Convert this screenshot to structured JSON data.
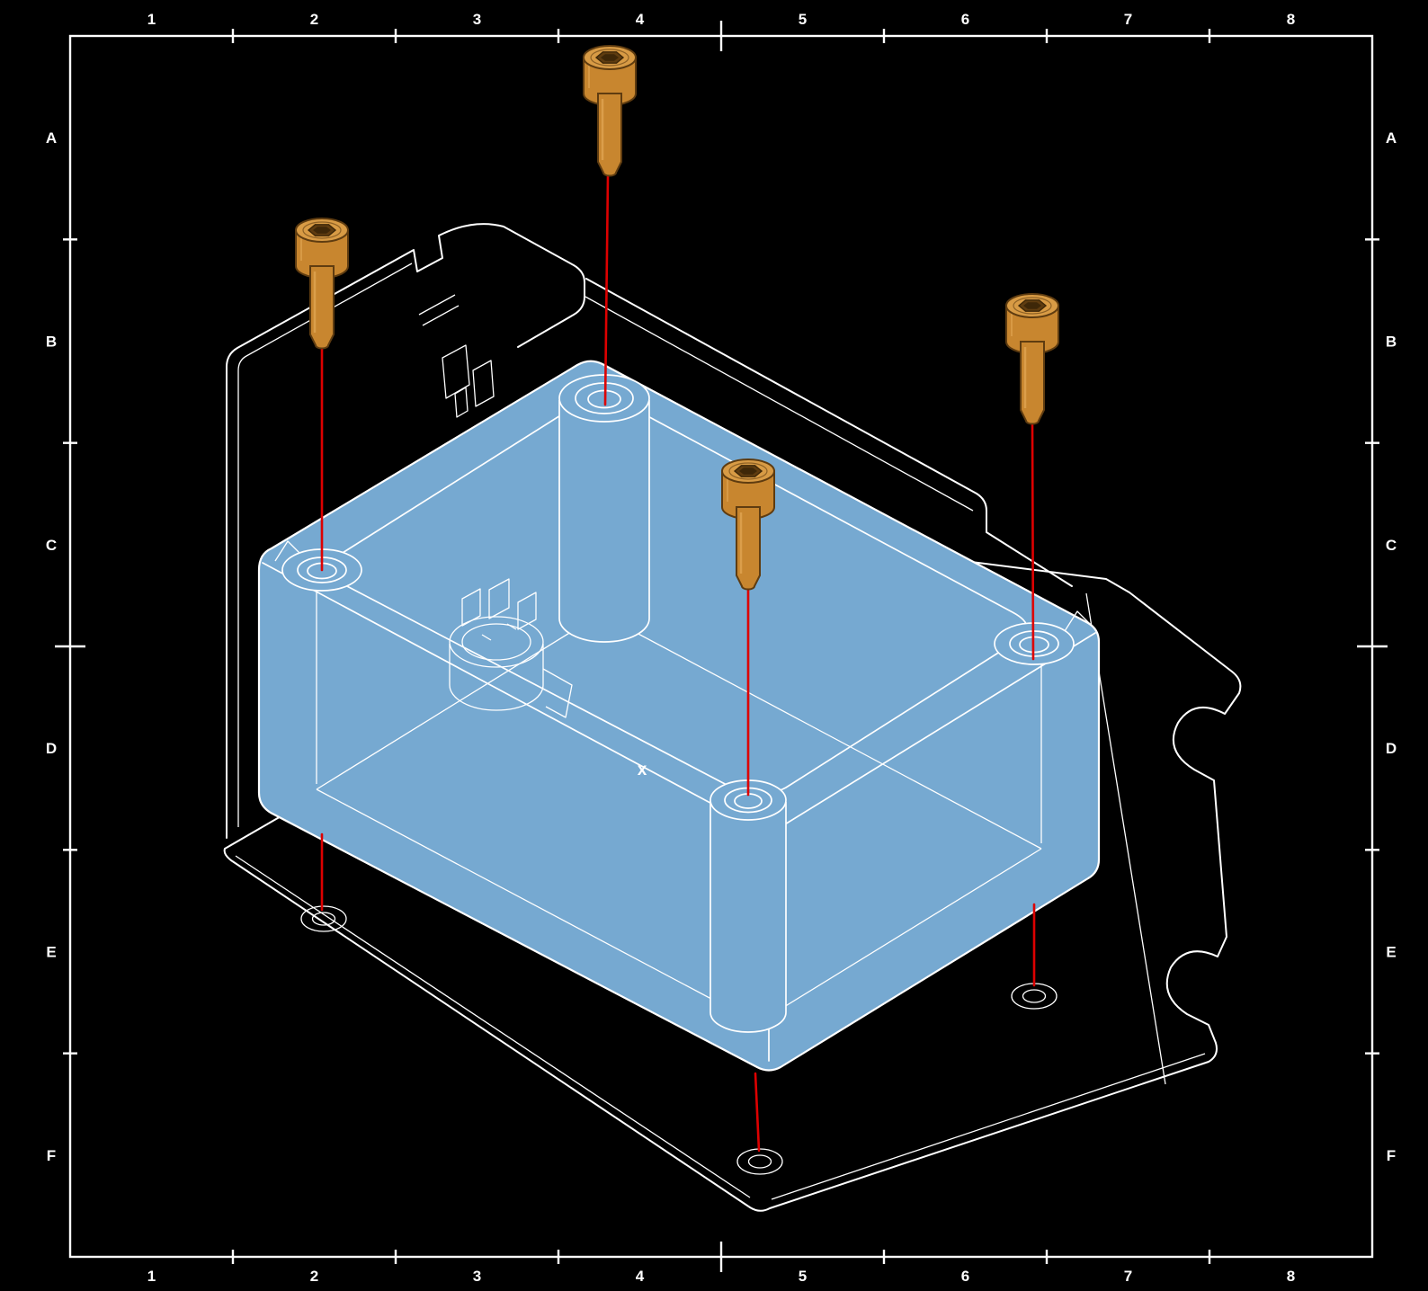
{
  "frame": {
    "columns": [
      "1",
      "2",
      "3",
      "4",
      "5",
      "6",
      "7",
      "8"
    ],
    "rows": [
      "A",
      "B",
      "C",
      "D",
      "E",
      "F"
    ]
  },
  "drawing": {
    "floor_mark": "x"
  },
  "colors": {
    "bg": "#000000",
    "line": "#ffffff",
    "part": "#76a9d1",
    "screw": "#c8862f",
    "screwLight": "#d89b45",
    "screwDark": "#5f3c10",
    "red": "#dd0000"
  }
}
